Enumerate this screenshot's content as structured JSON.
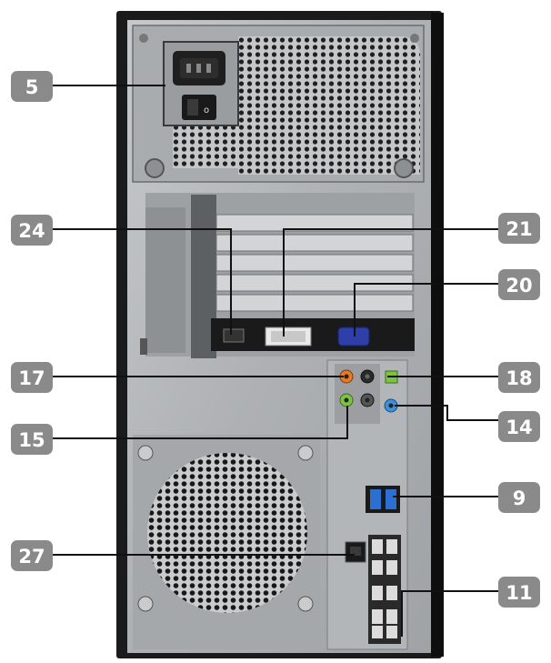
{
  "colors": {
    "badge": "#8a8a8a",
    "badge_text": "#ffffff",
    "leader": "#111111",
    "chassis": "#b9bcbf",
    "panel_dark": "#1a1a1a",
    "audio_orange": "#e87a22",
    "audio_green": "#7cc243",
    "audio_blue": "#3d8fd6",
    "usb3_blue": "#2a6fd1",
    "vga_blue": "#2e3fa8"
  },
  "callouts": [
    {
      "label": "5",
      "target": "power-inlet-and-switch"
    },
    {
      "label": "24",
      "target": "graphics-port-1"
    },
    {
      "label": "21",
      "target": "dvi-port"
    },
    {
      "label": "20",
      "target": "vga-port"
    },
    {
      "label": "17",
      "target": "audio-ports-top"
    },
    {
      "label": "18",
      "target": "audio-port-right"
    },
    {
      "label": "15",
      "target": "audio-port-green"
    },
    {
      "label": "14",
      "target": "audio-port-blue"
    },
    {
      "label": "9",
      "target": "usb3-ports"
    },
    {
      "label": "27",
      "target": "ethernet-port"
    },
    {
      "label": "11",
      "target": "usb2-ports"
    }
  ]
}
